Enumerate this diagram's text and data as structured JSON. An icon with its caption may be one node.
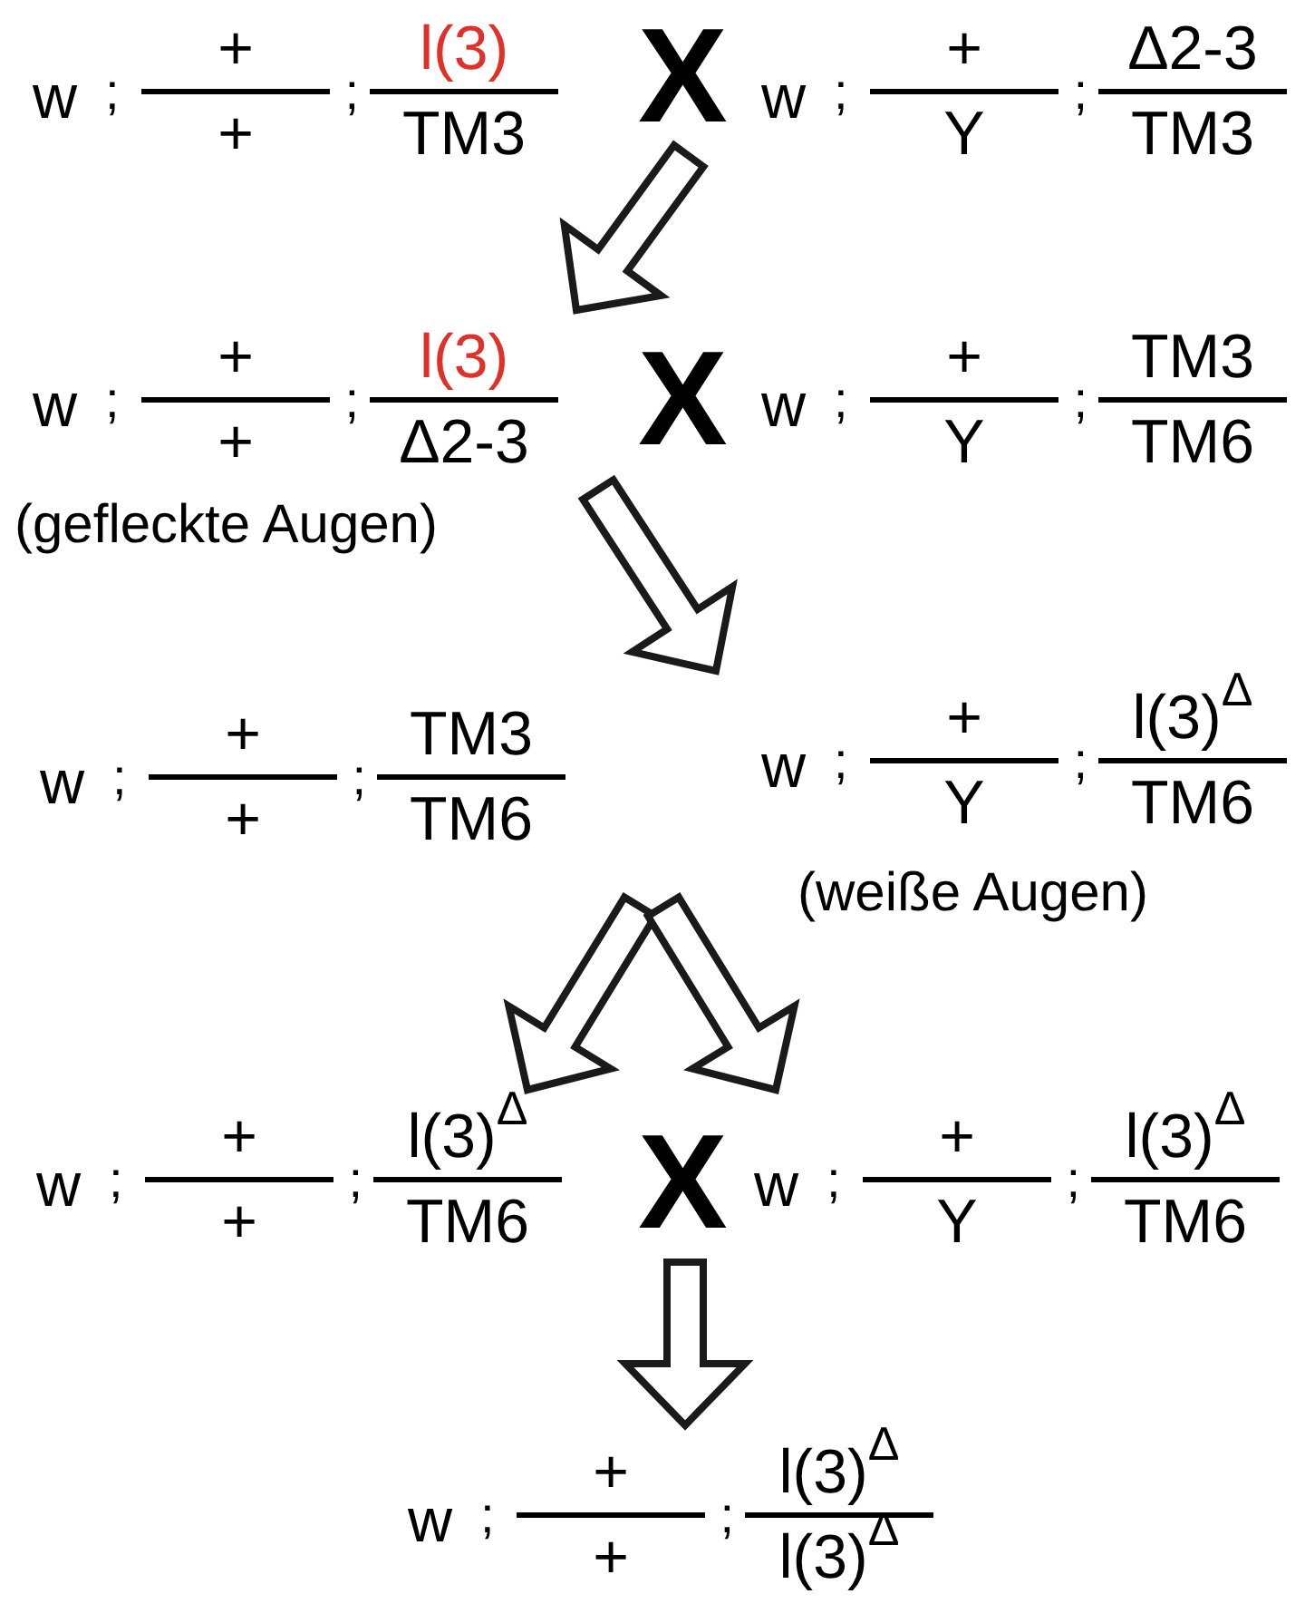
{
  "diagram": {
    "nodes": [
      {
        "text": [
          "w",
          ";",
          "+",
          "+",
          ";",
          "l(3)",
          "TM3"
        ]
      },
      {
        "text": [
          "X"
        ]
      },
      {
        "text": [
          "w",
          ";",
          "+",
          "Y",
          ";",
          "Δ2-3",
          "TM3"
        ]
      },
      {
        "text": [
          "w",
          ";",
          "+",
          "+",
          ";",
          "l(3)",
          "Δ2-3"
        ],
        "beside": [
          "(gefleckte Augen)"
        ]
      },
      {
        "text": [
          "X"
        ]
      },
      {
        "text": [
          "w",
          ";",
          "+",
          "Y",
          ";",
          "TM3",
          "TM6"
        ]
      },
      {
        "text": [
          "w",
          ";",
          "+",
          "+",
          ";",
          "TM3",
          "TM6"
        ]
      },
      {
        "text": [
          "w",
          ";",
          "+",
          "Y",
          ";",
          "l(3)$^{Δ}$",
          "TM6"
        ],
        "beside": [
          "(weiße Augen)"
        ]
      },
      {
        "text": [
          "w",
          ";",
          "+",
          "+",
          ";",
          "l(3)$^{Δ}$",
          "TM6"
        ]
      },
      {
        "text": [
          "X"
        ]
      },
      {
        "text": [
          "w",
          ";",
          "+",
          "Y",
          ";",
          "l(3)$^{Δ}$",
          "TM6"
        ]
      },
      {
        "text": [
          "w",
          ";",
          "+",
          "+",
          ";",
          "l(3)$^{Δ}$",
          "l(3)$^{Δ}$"
        ]
      }
    ],
    "edges": [
      {
        "from": 1,
        "to": 3,
        "arrow": "to"
      },
      {
        "from": 3,
        "to": 7,
        "arrow": "to"
      },
      {
        "from": null,
        "to": 8,
        "arrow": "to"
      },
      {
        "from": null,
        "to": 10,
        "arrow": "to"
      },
      {
        "from": 9,
        "to": 11,
        "arrow": "to"
      }
    ]
  }
}
